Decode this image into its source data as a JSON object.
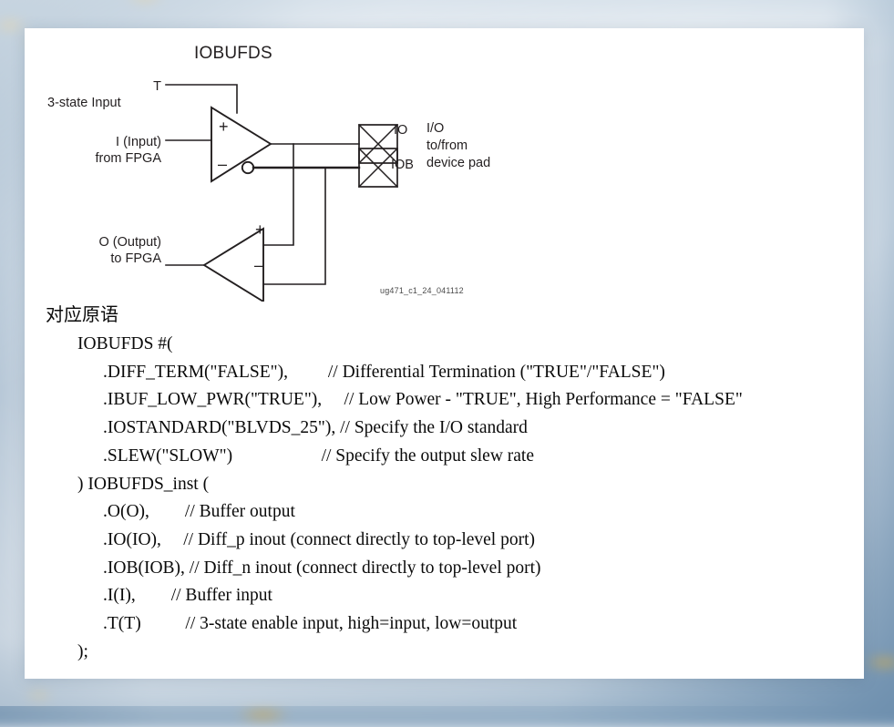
{
  "figure": {
    "title": "IOBUFDS",
    "caption": "ug471_c1_24_041112",
    "labels": {
      "t": "T",
      "t_sub": "3-state Input",
      "i": "I (Input)",
      "i_sub": "from FPGA",
      "o": "O (Output)",
      "o_sub": "to FPGA",
      "plus_top": "+",
      "minus_top": "–",
      "plus_bottom": "+",
      "minus_bottom": "–",
      "pad_io": "IO",
      "pad_iob": "IOB",
      "pad_note_1": "I/O",
      "pad_note_2": "to/from",
      "pad_note_3": "device pad"
    },
    "colors": {
      "line": "#231f20",
      "text": "#231f20"
    }
  },
  "document": {
    "heading": "对应原语",
    "code_lines": [
      {
        "indent": 1,
        "text": "IOBUFDS #("
      },
      {
        "indent": 2,
        "text": ".DIFF_TERM(\"FALSE\"),         // Differential Termination (\"TRUE\"/\"FALSE\")"
      },
      {
        "indent": 2,
        "text": ".IBUF_LOW_PWR(\"TRUE\"),     // Low Power - \"TRUE\", High Performance = \"FALSE\""
      },
      {
        "indent": 2,
        "text": ".IOSTANDARD(\"BLVDS_25\"), // Specify the I/O standard"
      },
      {
        "indent": 2,
        "text": ".SLEW(\"SLOW\")                    // Specify the output slew rate"
      },
      {
        "indent": 3,
        "text": ") IOBUFDS_inst ("
      },
      {
        "indent": 2,
        "text": ".O(O),        // Buffer output"
      },
      {
        "indent": 2,
        "text": ".IO(IO),     // Diff_p inout (connect directly to top-level port)"
      },
      {
        "indent": 2,
        "text": ".IOB(IOB), // Diff_n inout (connect directly to top-level port)"
      },
      {
        "indent": 2,
        "text": ".I(I),        // Buffer input"
      },
      {
        "indent": 2,
        "text": ".T(T)          // 3-state enable input, high=input, low=output"
      },
      {
        "indent": 4,
        "text": ");"
      }
    ]
  }
}
